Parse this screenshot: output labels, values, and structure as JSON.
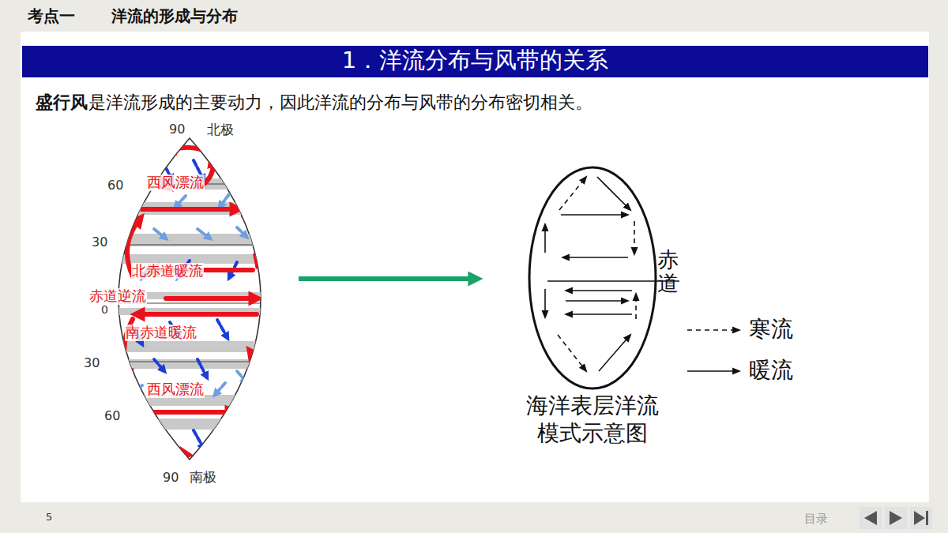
{
  "diagram": {
    "title": "1．洋流分布与风带的关系",
    "nodes": [
      {
        "text": [
          "西风漂流",
          "北赤道暖流",
          "赤道逆流",
          "南赤道暖流",
          "西风漂流"
        ]
      },
      {
        "text": [
          "海洋表层洋流 模式示意图"
        ]
      }
    ],
    "edges": [
      {
        "from": 0,
        "to": 1,
        "arrow": "to"
      }
    ],
    "labels": [
      "考点一",
      "洋流的形成与分布",
      "盛行风",
      "是洋流形成的主要动力，因此洋流的分布与风带的分布密切相关。",
      "90",
      "北极",
      "60",
      "30",
      "0",
      "30",
      "60",
      "90",
      "南极",
      "赤道",
      "5",
      "目录"
    ],
    "legend": [
      {
        "text": "寒流"
      },
      {
        "text": "暖流"
      }
    ]
  }
}
